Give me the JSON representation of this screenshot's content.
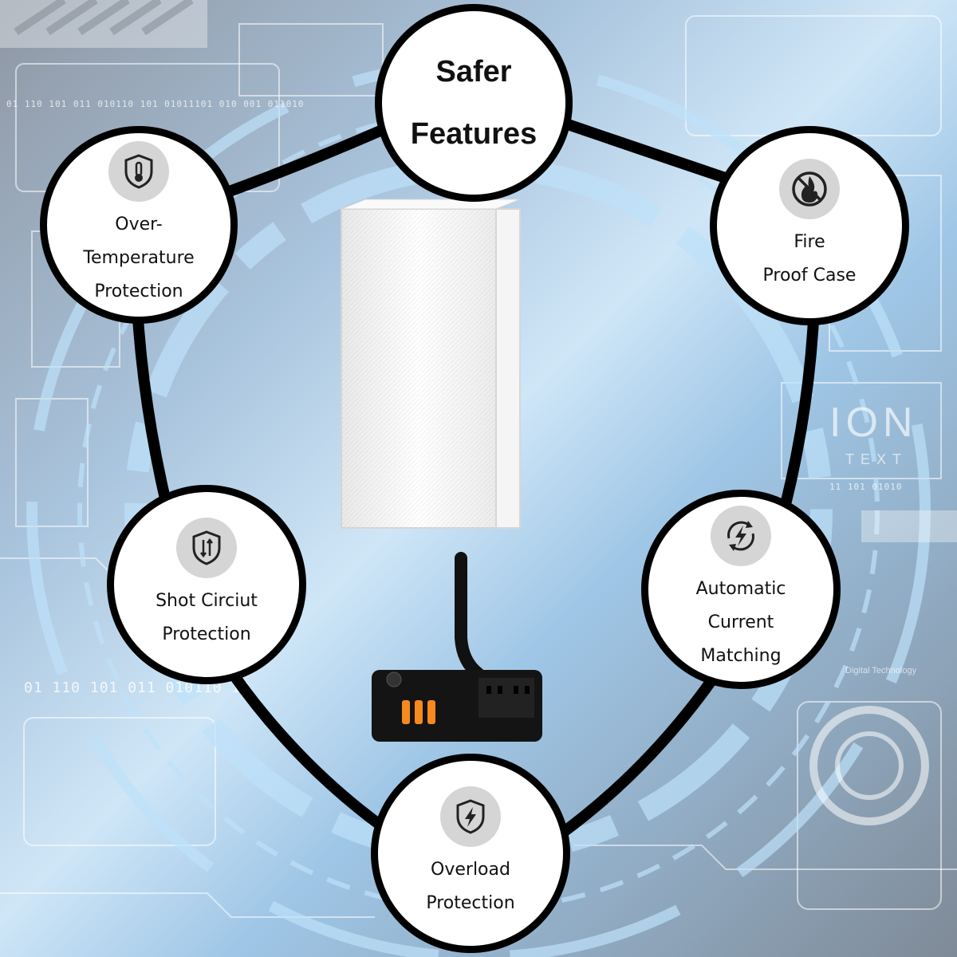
{
  "title": {
    "line1": "Safer",
    "line2": "Features"
  },
  "features": [
    {
      "id": "over-temperature",
      "icon": "thermometer-shield-icon",
      "label": "Over-\nTemperature\nProtection"
    },
    {
      "id": "fire-proof",
      "icon": "no-fire-icon",
      "label": "Fire\nProof Case"
    },
    {
      "id": "short-circuit",
      "icon": "short-circuit-shield-icon",
      "label": "Shot Circiut\nProtection"
    },
    {
      "id": "current-matching",
      "icon": "lightning-cycle-icon",
      "label": "Automatic\nCurrent\nMatching"
    },
    {
      "id": "overload",
      "icon": "lightning-shield-icon",
      "label": "Overload\nProtection"
    }
  ],
  "background": {
    "binary_top": "01 110 101 011 010110 101 01011101 010 001 011010",
    "binary_bottom": "01 110 101 011 010110 10",
    "binary_right": "11 101 01010",
    "text_ion": "ION",
    "text_text": "TEXT",
    "text_small_right": "Digital Technology"
  },
  "colors": {
    "ring": "#000000",
    "circle_fill": "#ffffff",
    "icon_disc": "#d5d5d5",
    "accent_usb": "#f58a1f"
  }
}
